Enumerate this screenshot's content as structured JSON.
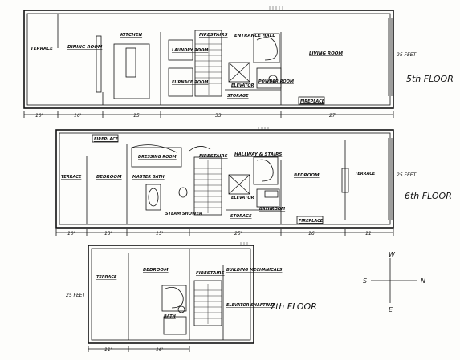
{
  "floors": {
    "fifth": {
      "floor_label": "5th FLOOR",
      "width_label": "25 FEET",
      "rooms": {
        "terrace": "TERRACE",
        "dining": "DINING ROOM",
        "kitchen": "KITCHEN",
        "laundry": "LAUNDRY ROOM",
        "furnace": "FURNACE ROOM",
        "firestairs": "FIRESTAIRS",
        "entrance": "ENTRANCE HALL",
        "elevator": "ELEVATOR",
        "powder": "POWDER ROOM",
        "storage": "STORAGE",
        "living": "LIVING ROOM",
        "fireplace": "FIREPLACE"
      },
      "dims": [
        "10'",
        "16'",
        "15'",
        "33'",
        "27'"
      ]
    },
    "sixth": {
      "floor_label": "6th FLOOR",
      "width_label": "25 FEET",
      "rooms": {
        "fireplace_left": "FIREPLACE",
        "dressing": "DRESSING ROOM",
        "master_bath": "MASTER BATH",
        "firestairs": "FIRESTAIRS",
        "hallway": "HALLWAY & STAIRS",
        "terrace_left": "TERRACE",
        "bedroom_left": "BEDROOM",
        "bedroom_right": "BEDROOM",
        "terrace_right": "TERRACE",
        "steam_shower": "STEAM SHOWER",
        "elevator": "ELEVATOR",
        "bathroom": "BATHROOM",
        "storage": "STORAGE",
        "fireplace_right": "FIREPLACE"
      },
      "dims": [
        "10'",
        "13'",
        "15'",
        "25'",
        "16'",
        "11'"
      ]
    },
    "seventh": {
      "floor_label": "7th FLOOR",
      "width_label": "25 FEET",
      "rooms": {
        "terrace": "TERRACE",
        "bedroom": "BEDROOM",
        "firestairs": "FIRESTAIRS",
        "building_mechanicals": "BUILDING MECHANICALS",
        "elevator_shaftway": "ELEVATOR SHAFTWAY",
        "bath": "BATH"
      },
      "dims": [
        "11'",
        "16'"
      ]
    }
  },
  "compass": {
    "north": "N",
    "south": "S",
    "east": "E",
    "west": "W"
  }
}
